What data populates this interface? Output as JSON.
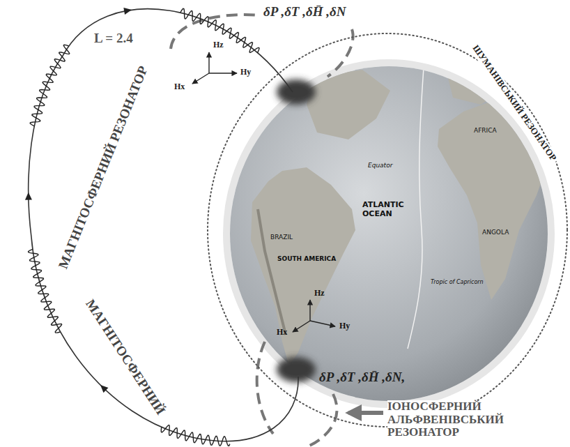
{
  "diagram": {
    "nodes": [
      {
        "text": [
          "МАГНІТОСФЕРНИЙ РЕЗОНАТОР",
          "МАГНІТОСФЕРНИЙ"
        ]
      },
      {
        "text": [
          "ШУМАНІВСЬКИЙ РЕЗОНАТОР"
        ]
      }
    ],
    "labels": [
      "L = 2.4",
      "δP ,δT ,δH̄ ,δN",
      "Hz",
      "Hx",
      "Hy",
      "Hz",
      "Hx",
      "Hy",
      "δP ,δT ,δH̄ ,δN,",
      "ІОНОСФЕРНИЙ АЛЬФВЕНІВСЬКИЙ РЕЗОНАТОР",
      "AFRICA",
      "ATLANTIC OCEAN",
      "Equator",
      "BRAZIL",
      "SOUTH AMERICA",
      "ANGOLA",
      "Tropic of Capricorn"
    ]
  }
}
